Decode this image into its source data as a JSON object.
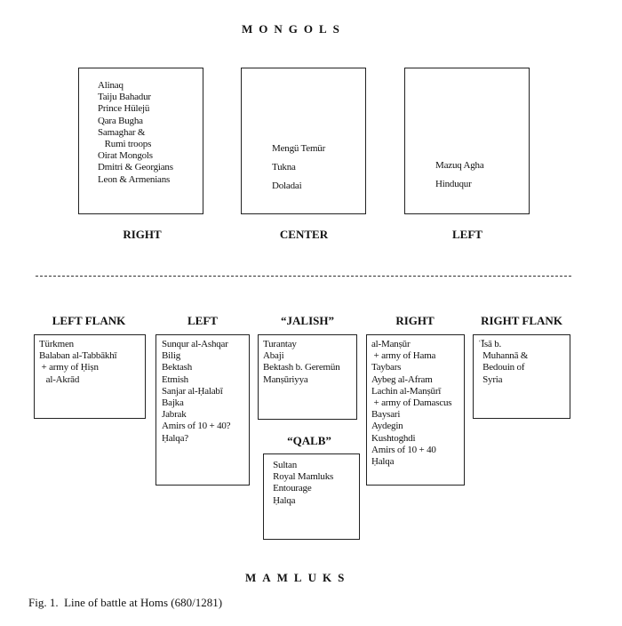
{
  "mongols": {
    "title": "MONGOLS",
    "divisions": [
      {
        "label": "RIGHT",
        "units": [
          "Alinaq",
          "Taiju Bahadur",
          "Prince Hülejü",
          "Qara Bugha",
          "Samaghar &",
          "   Rumi troops",
          "Oirat Mongols",
          "Dmitri & Georgians",
          "Leon & Armenians"
        ]
      },
      {
        "label": "CENTER",
        "units": [
          "Mengü Temür",
          "Tukna",
          "Doladai"
        ]
      },
      {
        "label": "LEFT",
        "units": [
          "Mazuq Agha",
          "Hinduqur"
        ]
      }
    ]
  },
  "mamluks": {
    "title": "MAMLUKS",
    "divisions": [
      {
        "label": "LEFT FLANK",
        "units": [
          "Türkmen",
          "Balaban al-Tabbākhī",
          " + army of Ḥiṣn",
          "   al-Akrād"
        ]
      },
      {
        "label": "LEFT",
        "units": [
          "Sunqur al-Ashqar",
          "Bilig",
          "Bektash",
          "Etmish",
          "Sanjar al-Ḥalabī",
          "Bajka",
          "Jabrak",
          "Amirs of 10 + 40?",
          "Ḥalqa?"
        ]
      },
      {
        "label": "“JALISH”",
        "units": [
          "Turantay",
          "Abaji",
          "Bektash b. Geremün",
          "Manṣūriyya"
        ]
      },
      {
        "label": "RIGHT",
        "units": [
          "al-Manṣūr",
          " + army of Hama",
          "Taybars",
          "Aybeg al-Afram",
          "Lachin al-Manṣūrī",
          " + army of Damascus",
          "Baysari",
          "Aydegin",
          "Kushtoghdi",
          "Amirs of 10 + 40",
          "Ḥalqa"
        ]
      },
      {
        "label": "RIGHT FLANK",
        "units": [
          "ʿĪsā b.",
          "  Muhannā &",
          "  Bedouin of",
          "  Syria"
        ]
      },
      {
        "label": "“QALB”",
        "units": [
          "  Sultan",
          "  Royal Mamluks",
          "  Entourage",
          "  Ḥalqa"
        ]
      }
    ]
  },
  "caption": "Fig. 1.  Line of battle at Homs (680/1281)"
}
